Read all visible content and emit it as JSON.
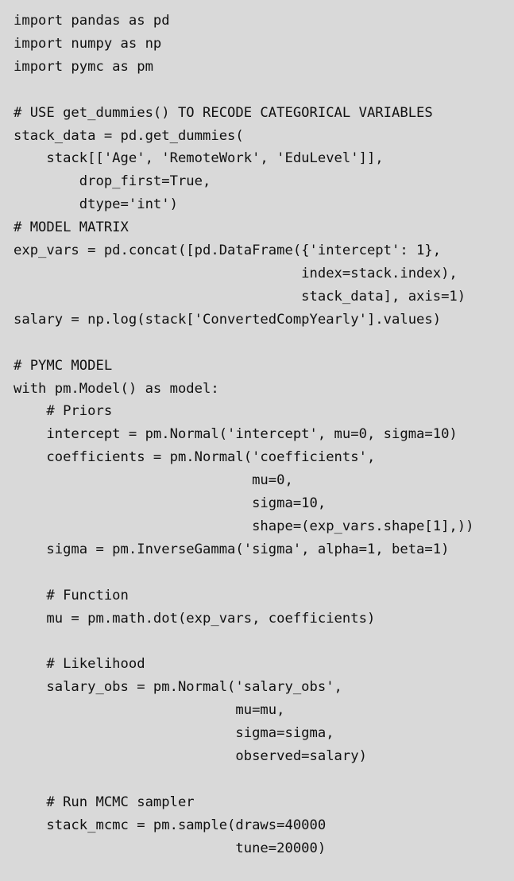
{
  "code": {
    "lines": [
      "import pandas as pd",
      "import numpy as np",
      "import pymc as pm",
      "",
      "# USE get_dummies() TO RECODE CATEGORICAL VARIABLES",
      "stack_data = pd.get_dummies(",
      "    stack[['Age', 'RemoteWork', 'EduLevel']],",
      "        drop_first=True,",
      "        dtype='int')",
      "# MODEL MATRIX",
      "exp_vars = pd.concat([pd.DataFrame({'intercept': 1},",
      "                                   index=stack.index),",
      "                                   stack_data], axis=1)",
      "salary = np.log(stack['ConvertedCompYearly'].values)",
      "",
      "# PYMC MODEL",
      "with pm.Model() as model:",
      "    # Priors",
      "    intercept = pm.Normal('intercept', mu=0, sigma=10)",
      "    coefficients = pm.Normal('coefficients',",
      "                             mu=0,",
      "                             sigma=10,",
      "                             shape=(exp_vars.shape[1],))",
      "    sigma = pm.InverseGamma('sigma', alpha=1, beta=1)",
      "",
      "    # Function",
      "    mu = pm.math.dot(exp_vars, coefficients)",
      "",
      "    # Likelihood",
      "    salary_obs = pm.Normal('salary_obs',",
      "                           mu=mu,",
      "                           sigma=sigma,",
      "                           observed=salary)",
      "",
      "    # Run MCMC sampler",
      "    stack_mcmc = pm.sample(draws=40000",
      "                           tune=20000)"
    ]
  }
}
